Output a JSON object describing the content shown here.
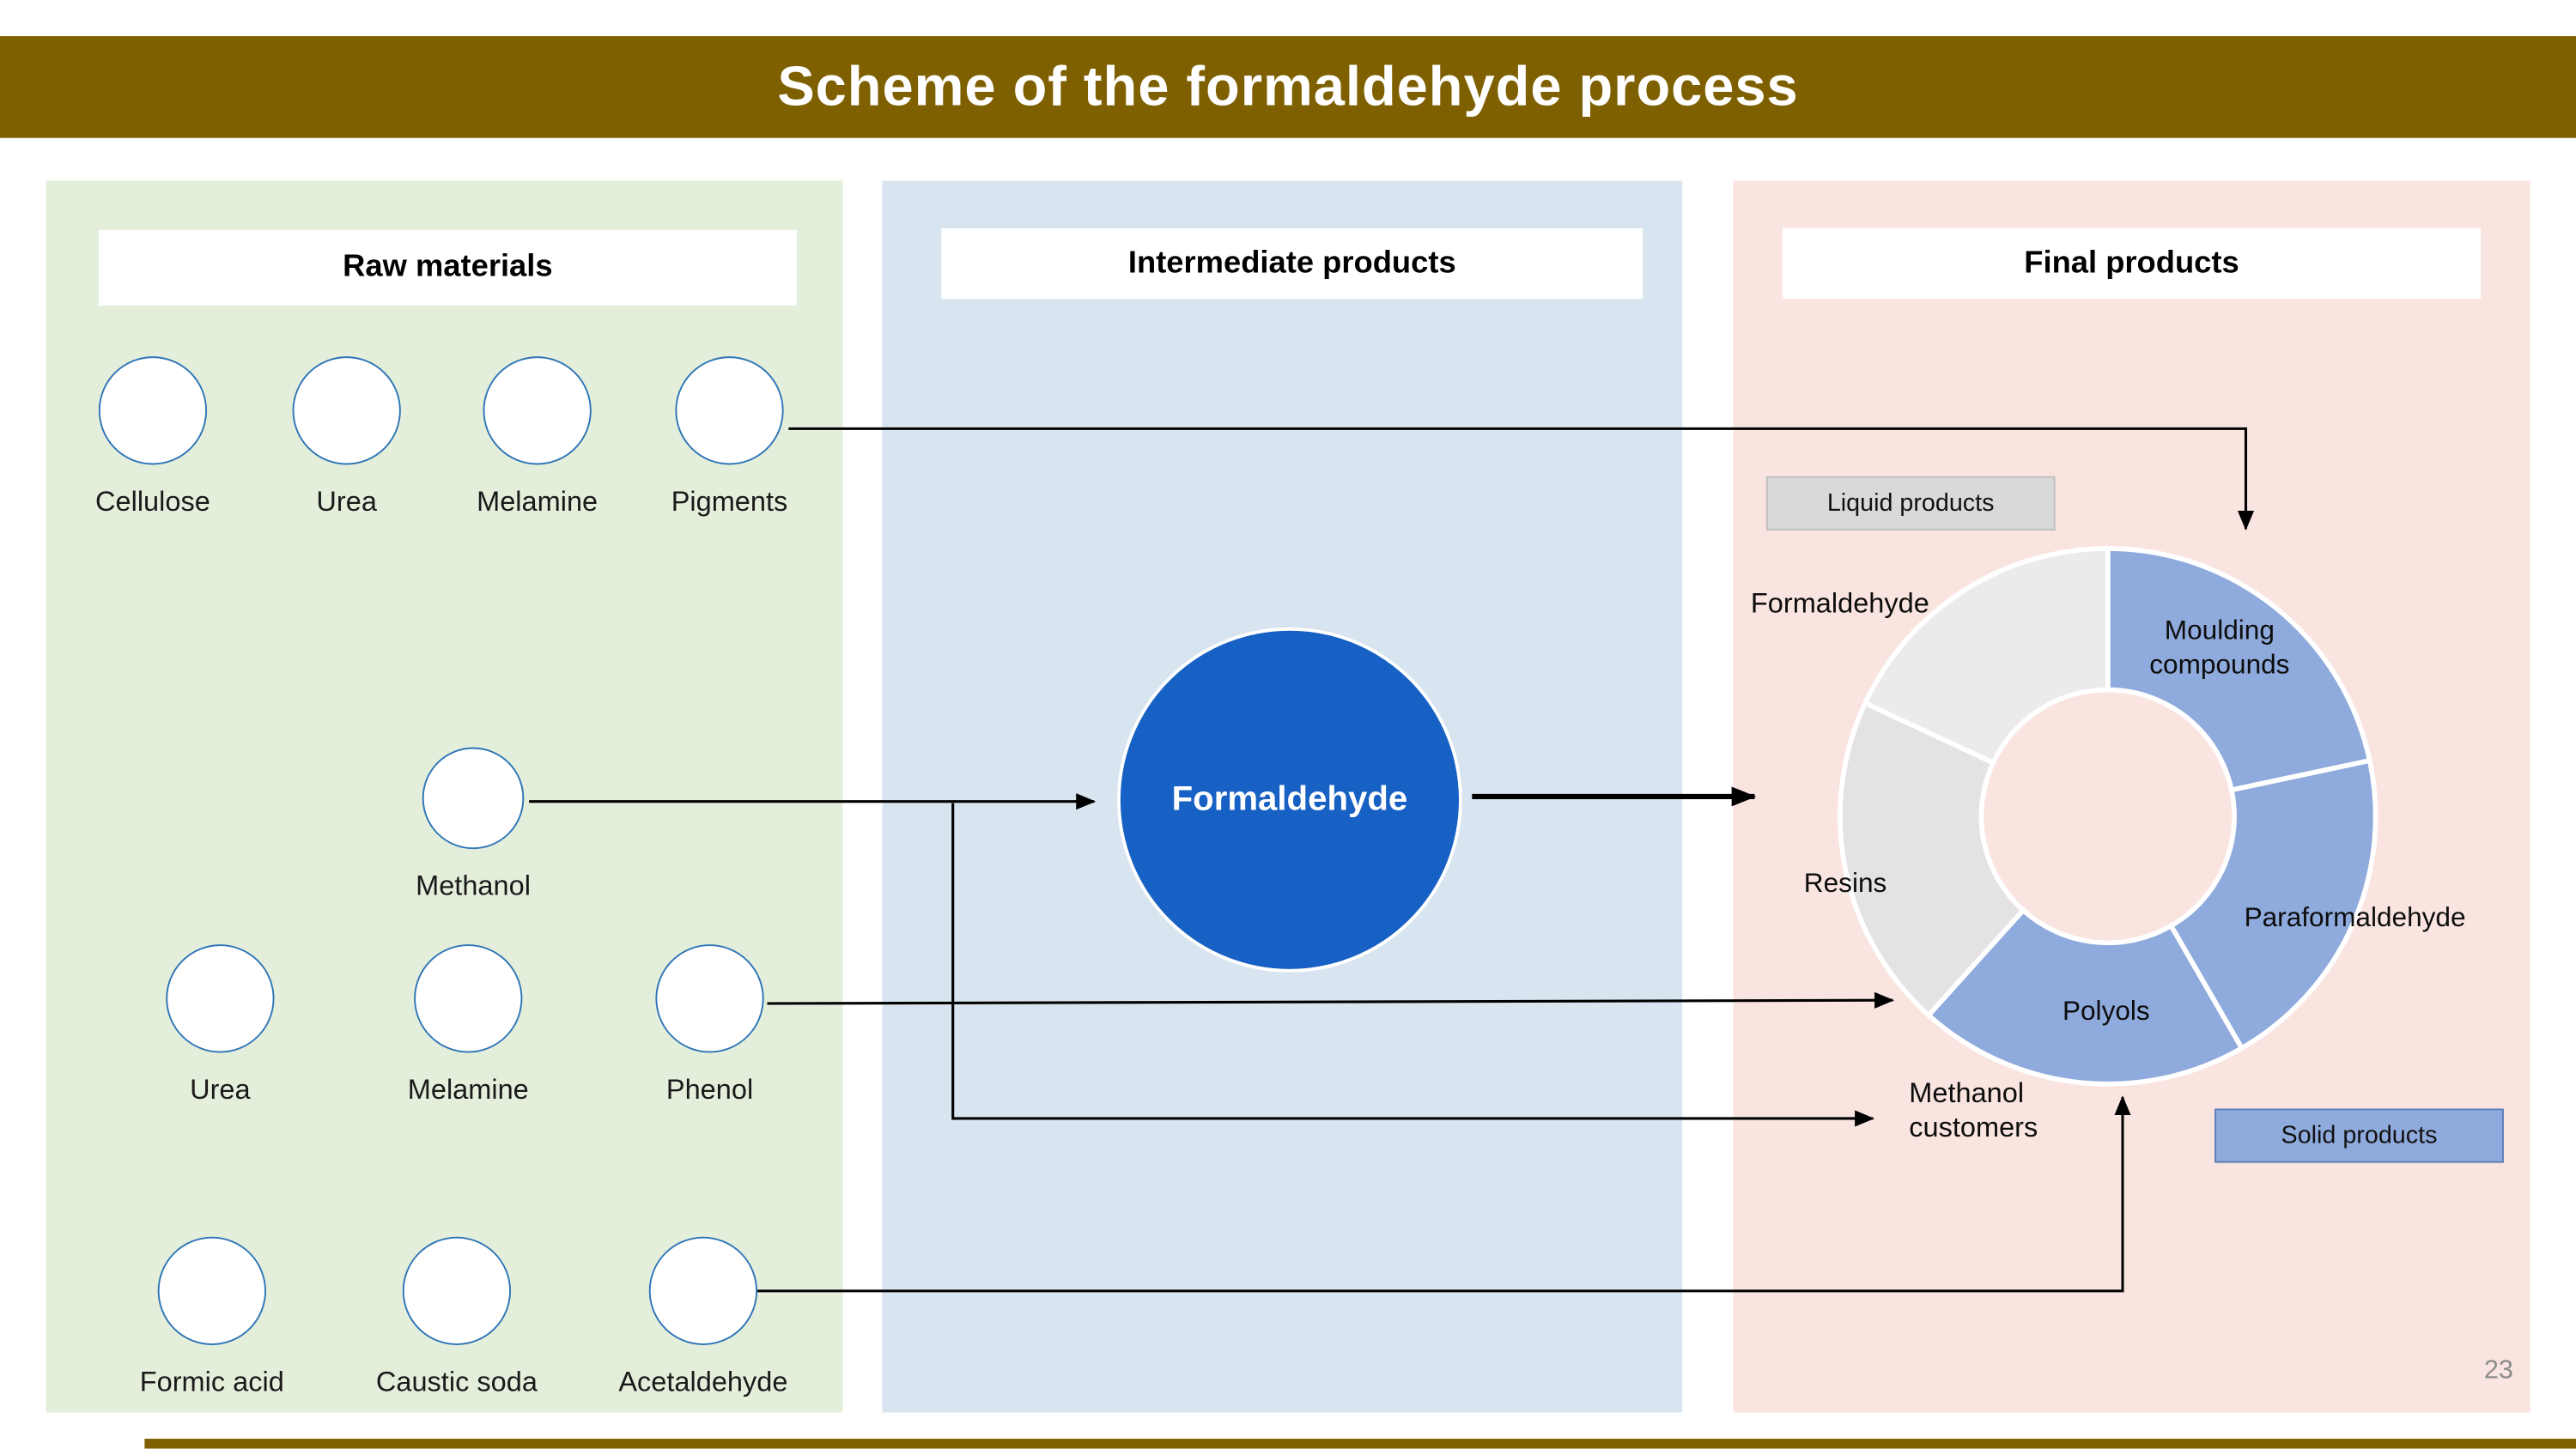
{
  "header": {
    "title": "Scheme of the formaldehyde process"
  },
  "footer": {
    "page_number": "23"
  },
  "panels": {
    "raw": {
      "title": "Raw materials",
      "nodes": [
        {
          "label": "Cellulose"
        },
        {
          "label": "Urea"
        },
        {
          "label": "Melamine"
        },
        {
          "label": "Pigments"
        },
        {
          "label": "Methanol"
        },
        {
          "label": "Urea"
        },
        {
          "label": "Melamine"
        },
        {
          "label": "Phenol"
        },
        {
          "label": "Formic acid"
        },
        {
          "label": "Caustic soda"
        },
        {
          "label": "Acetaldehyde"
        }
      ]
    },
    "intermediate": {
      "title": "Intermediate products",
      "node_label": "Formaldehyde"
    },
    "final": {
      "title": "Final products"
    }
  },
  "donut": {
    "segments": [
      {
        "name": "Moulding compounds",
        "color": "#8faadc",
        "category": "solid"
      },
      {
        "name": "Paraformaldehyde",
        "color": "#8faadc",
        "category": "solid"
      },
      {
        "name": "Polyols",
        "color": "#8faadc",
        "category": "solid"
      },
      {
        "name": "Resins",
        "color": "#e4e2e2",
        "category": "liquid"
      },
      {
        "name": "Formaldehyde",
        "color": "#eceaea",
        "category": "liquid"
      }
    ],
    "labels": {
      "formaldehyde": "Formaldehyde",
      "moulding": "Moulding compounds",
      "paraformaldehyde": "Paraformaldehyde",
      "polyols": "Polyols",
      "resins": "Resins",
      "methanol_customers": "Methanol customers"
    }
  },
  "legend": {
    "liquid": {
      "label": "Liquid products",
      "color": "#d9d9d9"
    },
    "solid": {
      "label": "Solid products",
      "color": "#8faadc"
    }
  },
  "colors": {
    "header_bar": "#7f6000",
    "raw_panel": "#e4efdb",
    "intermediate_panel": "#d8e5f0",
    "final_panel": "#f9e4e0",
    "main_node_fill": "#1760c4"
  }
}
